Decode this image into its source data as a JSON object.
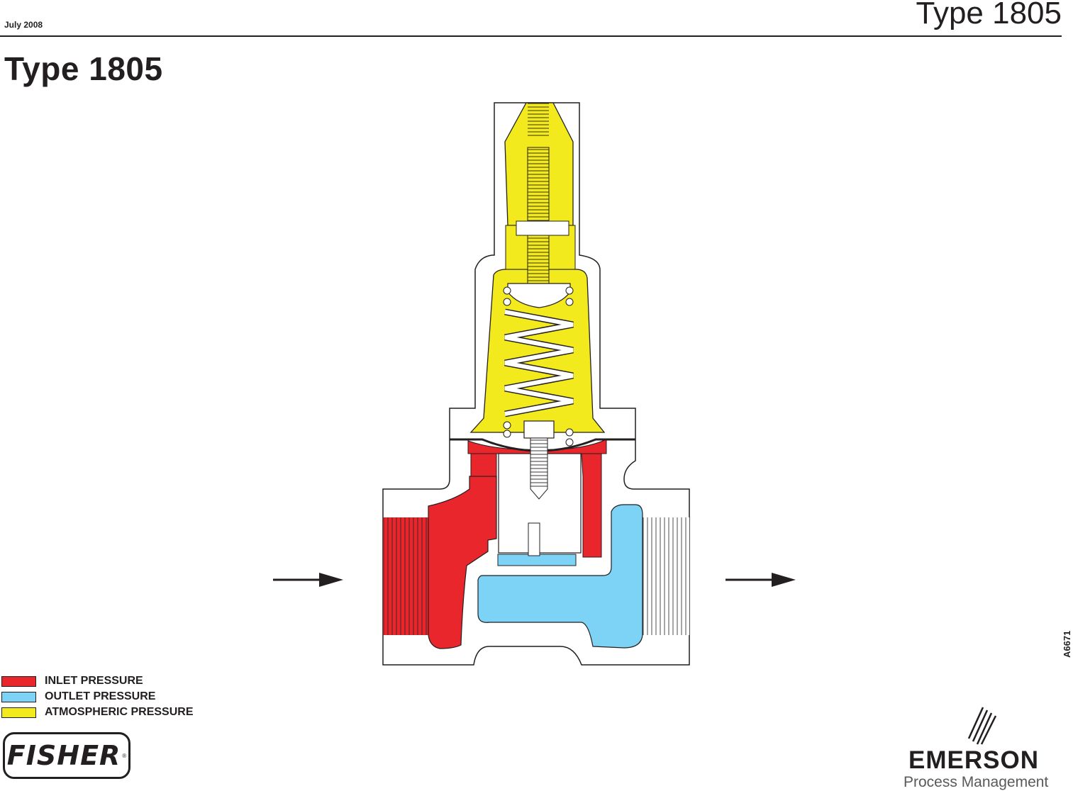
{
  "header": {
    "date": "July 2008",
    "doc_type": "Type 1805"
  },
  "page_title": "Type 1805",
  "figure_id": "A6671",
  "legend": [
    {
      "label": "INLET PRESSURE",
      "color": "#e8262c"
    },
    {
      "label": "OUTLET PRESSURE",
      "color": "#7dd3f5"
    },
    {
      "label": "ATMOSPHERIC PRESSURE",
      "color": "#f2ea1c"
    }
  ],
  "logos": {
    "fisher": "FISHER",
    "emerson": "EMERSON",
    "emerson_sub": "Process Management"
  },
  "colors": {
    "inlet": "#e8262c",
    "outlet": "#7dd3f5",
    "atmospheric": "#f2ea1c",
    "line": "#231f20"
  }
}
